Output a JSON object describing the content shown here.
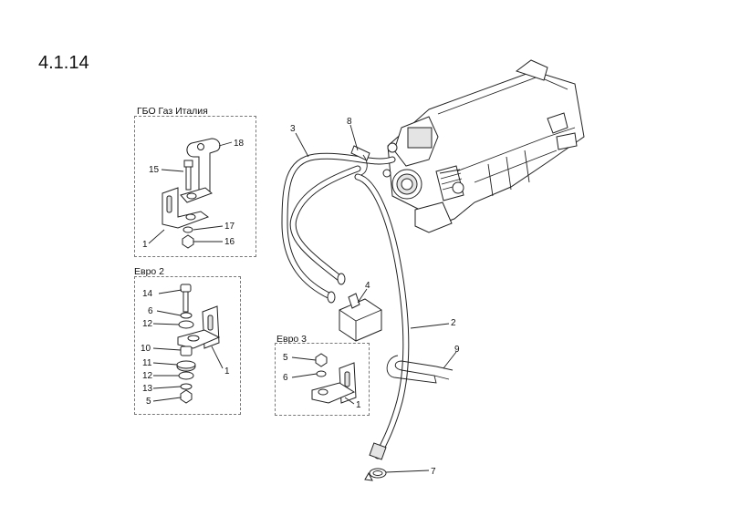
{
  "page": {
    "title": "4.1.14"
  },
  "groups": {
    "gbo": {
      "title": "ГБО Газ Италия"
    },
    "euro2": {
      "title": "Евро 2"
    },
    "euro3": {
      "title": "Евро 3"
    }
  },
  "callouts": {
    "gbo": [
      "18",
      "15",
      "17",
      "16",
      "1"
    ],
    "euro2": [
      "14",
      "6",
      "12",
      "10",
      "11",
      "12",
      "13",
      "5",
      "1"
    ],
    "euro3": [
      "5",
      "6",
      "1"
    ],
    "main": [
      "3",
      "8",
      "4",
      "2",
      "9",
      "7"
    ]
  }
}
